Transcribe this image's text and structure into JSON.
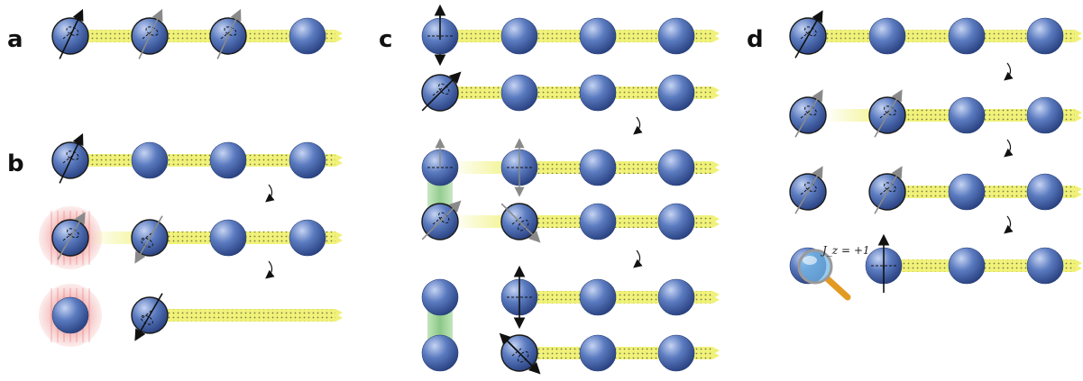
{
  "panels": [
    {
      "label": "a"
    },
    {
      "label": "b"
    },
    {
      "label": "c"
    },
    {
      "label": "d"
    }
  ],
  "measurement_label": "J_z = +1",
  "colors": {
    "sphere": "#3e5fa6",
    "sphere_highlight": "#b9c9ee",
    "bond_band": "#eef06a",
    "green_link": "#52b84a",
    "red_halo": "#f3a9a9",
    "magnifier_glass": "#74b8e8",
    "magnifier_handle": "#e39a22"
  },
  "icons": [
    "spin-arrow-icon",
    "transition-arrow-icon",
    "magnifier-icon"
  ]
}
